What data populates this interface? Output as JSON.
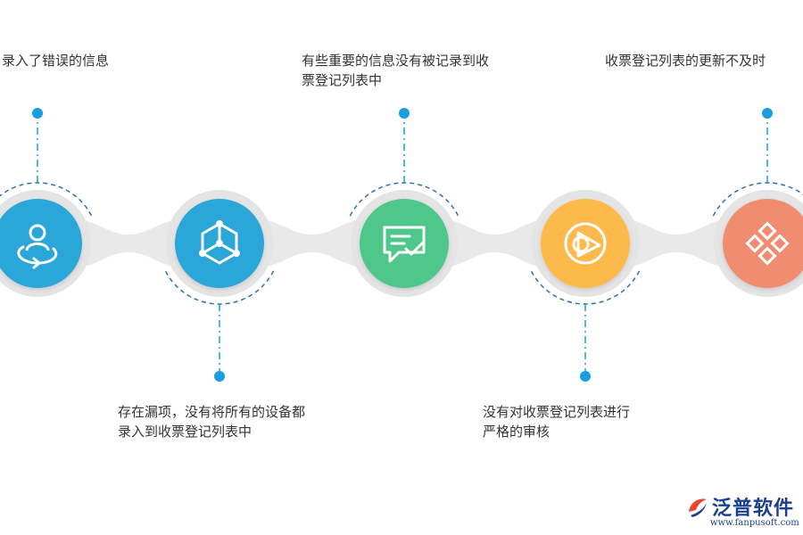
{
  "steps": [
    {
      "text": "录入了错误的信息",
      "color": "#2aa6d9",
      "icon": "user-orbit-icon"
    },
    {
      "text": "存在漏项，没有将所有的设备都\n录入到收票登记列表中",
      "color": "#2aa6d9",
      "icon": "network-cube-icon"
    },
    {
      "text": "有些重要的信息没有被记录到收\n票登记列表中",
      "color": "#4fc78a",
      "icon": "message-check-icon"
    },
    {
      "text": "没有对收票登记列表进行\n严格的审核",
      "color": "#fdb94a",
      "icon": "pie-chart-icon"
    },
    {
      "text": "收票登记列表的更新不及时",
      "color": "#f08c70",
      "icon": "diamond-grid-icon"
    }
  ],
  "theme": {
    "band": "#e9e9e9",
    "ring": "#e4e4e4",
    "connector": "#1a9ee0",
    "dash": "#2f6fa8"
  },
  "logo": {
    "name": "泛普软件",
    "url": "www.fanpusoft.com"
  }
}
